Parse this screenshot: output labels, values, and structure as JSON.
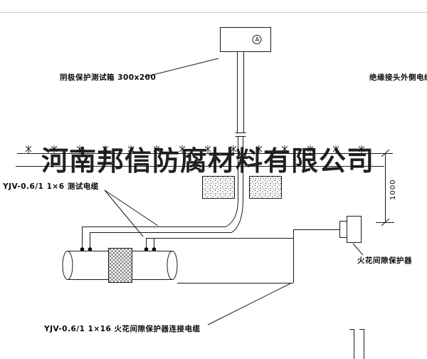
{
  "watermark": "河南邦信防腐材料有限公司",
  "labels": {
    "test_box": "阴极保护测试箱 300x200",
    "outer_cable": "绝缘接头外侧电缆",
    "test_cable": "YJV-0.6/1  1×6   测试电缆",
    "spark_gap_protector": "火花间隙保护器",
    "protector_cable": "YJV-0.6/1  1×16   火花间隙保护器连接电缆",
    "dimension_1000": "1000",
    "ammeter": "A"
  },
  "colors": {
    "line": "#1a1a1a",
    "background": "#ffffff",
    "watermark": "#111111"
  }
}
